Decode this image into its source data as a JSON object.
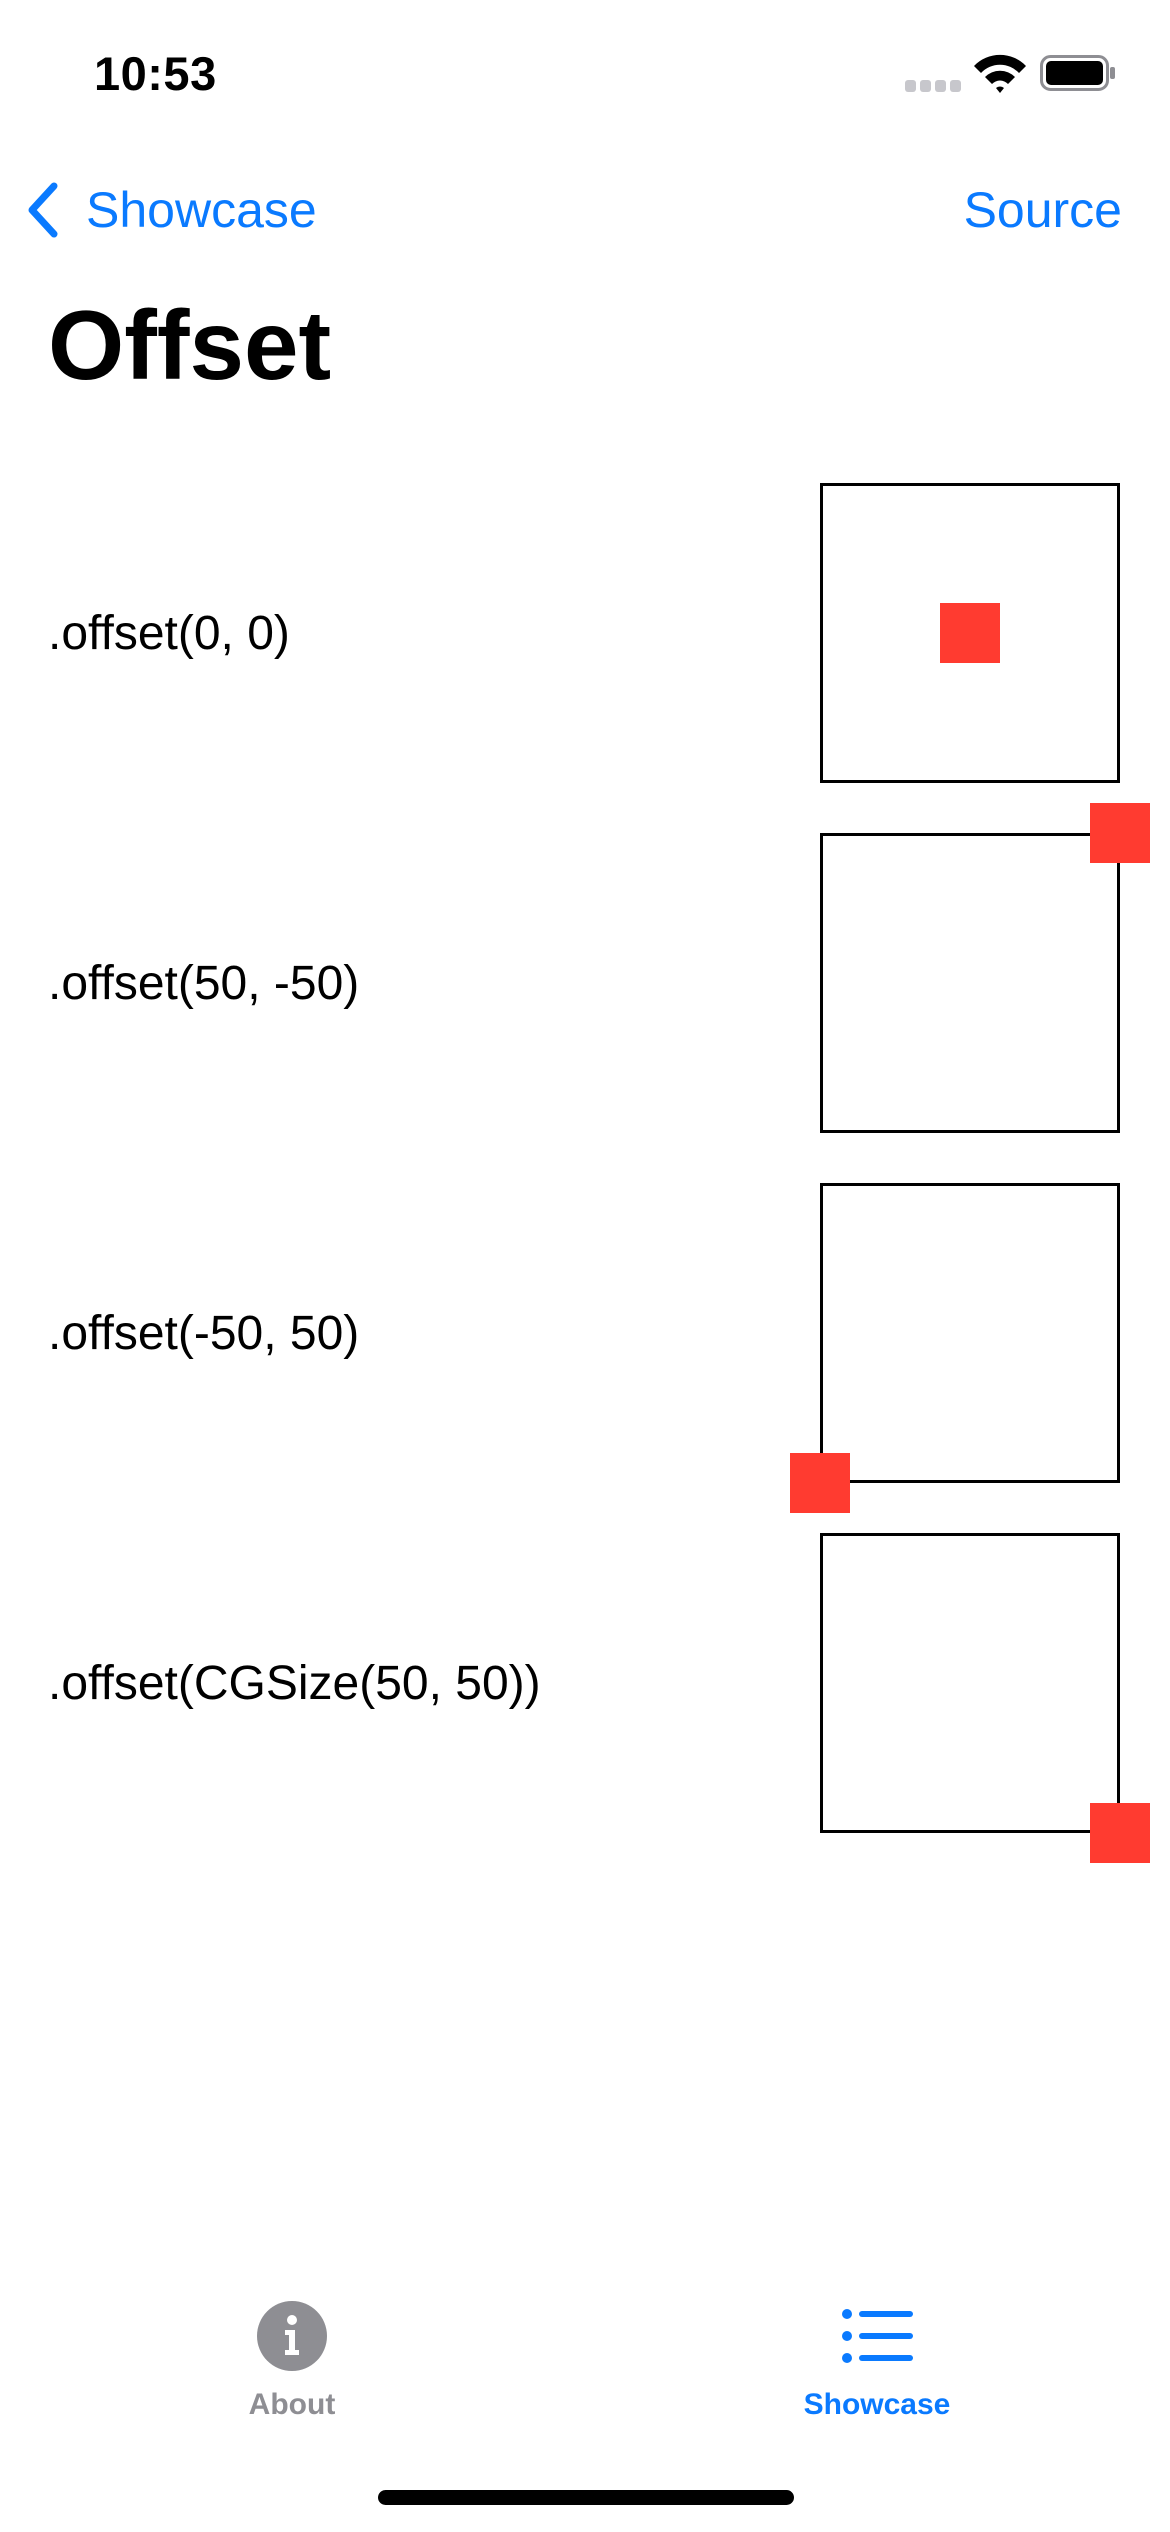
{
  "status_bar": {
    "time": "10:53"
  },
  "nav": {
    "back_label": "Showcase",
    "source_label": "Source"
  },
  "page": {
    "title": "Offset"
  },
  "colors": {
    "accent": "#0a7aff",
    "square": "#ff3b30",
    "inactive_tab": "#8e8e93"
  },
  "rows": [
    {
      "label": ".offset(0, 0)",
      "offset": [
        0,
        0
      ]
    },
    {
      "label": ".offset(50, -50)",
      "offset": [
        50,
        -50
      ]
    },
    {
      "label": ".offset(-50, 50)",
      "offset": [
        -50,
        50
      ]
    },
    {
      "label": ".offset(CGSize(50, 50))",
      "offset": [
        50,
        50
      ]
    }
  ],
  "tabs": [
    {
      "label": "About",
      "icon": "info-icon",
      "selected": false
    },
    {
      "label": "Showcase",
      "icon": "list-icon",
      "selected": true
    }
  ]
}
